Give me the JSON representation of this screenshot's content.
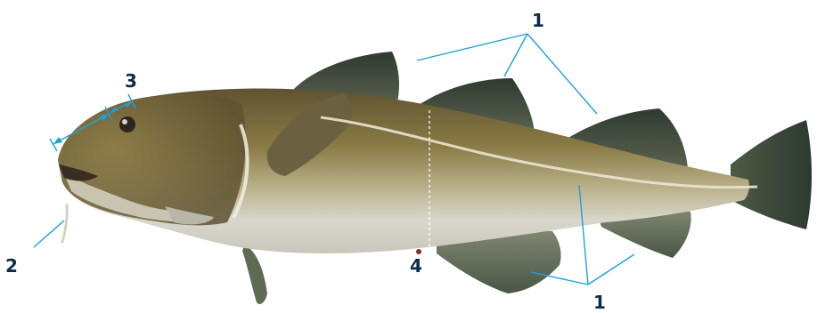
{
  "labels": {
    "fins_top": "1",
    "barbel": "2",
    "eye": "3",
    "girth": "4",
    "fins_bottom": "1"
  },
  "colors": {
    "leader_line": "#1aa3d9",
    "label_text": "#0d2b4a",
    "body_back": "#7a6a3a",
    "body_belly": "#d8d6c8",
    "fin_dark": "#3f4a3c",
    "lateral_line": "#e8e4cf",
    "background": "#ffffff"
  },
  "icons": {
    "fish": "atlantic-cod-illustration"
  }
}
